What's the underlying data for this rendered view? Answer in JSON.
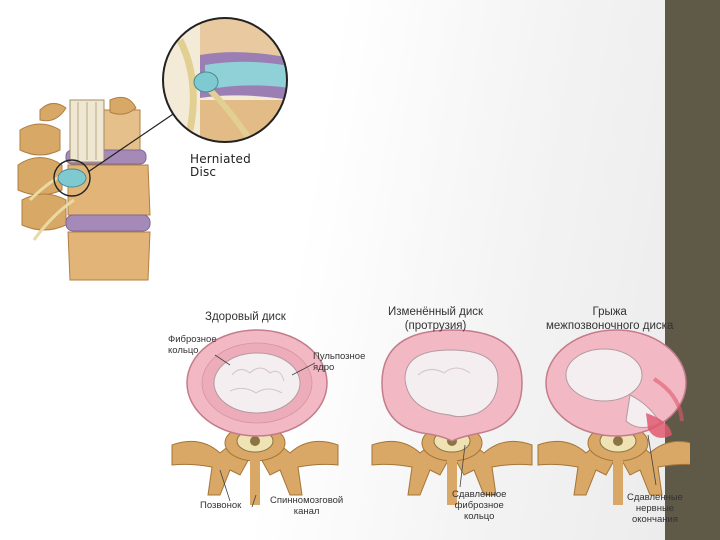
{
  "herniated_label": {
    "line1": "Herniated",
    "line2": "Disc"
  },
  "stages": [
    {
      "title_line1": "Здоровый диск",
      "title_line2": ""
    },
    {
      "title_line1": "Изменённый диск",
      "title_line2": "(протрузия)"
    },
    {
      "title_line1": "Грыжа",
      "title_line2": "межпозвоночного диска"
    }
  ],
  "callouts": {
    "annulus": {
      "line1": "Фиброзное",
      "line2": "кольцо"
    },
    "nucleus": {
      "line1": "Пульпозное",
      "line2": "ядро"
    },
    "vertebra": "Позвонок",
    "spinal_canal": {
      "line1": "Спинномозговой",
      "line2": "канал"
    },
    "compressed_annulus": {
      "line1": "Сдавленное",
      "line2": "фиброзное",
      "line3": "кольцо"
    },
    "compressed_nerves": {
      "line1": "Сдавленные",
      "line2": "нервные",
      "line3": "окончания"
    }
  },
  "colors": {
    "side_bar": "#5f5a48",
    "disc_pink": "#f2b9c4",
    "nucleus": "#f4eef0",
    "bone": "#d9a766",
    "hernia_red": "#e0586e"
  }
}
